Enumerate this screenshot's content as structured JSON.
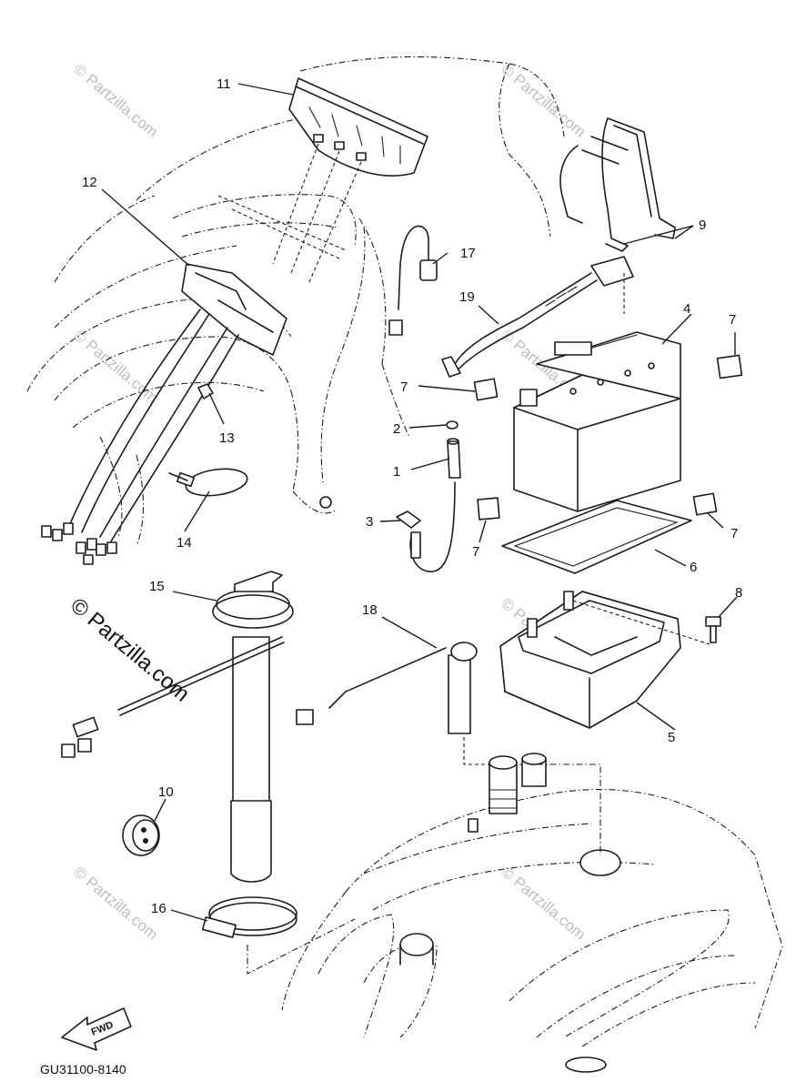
{
  "diagram_code": "GU31100-8140",
  "fwd_label": "FWD",
  "watermark_main": "© Partzilla.com",
  "watermark_faint": "© Partzilla.com",
  "callouts": {
    "c1": "1",
    "c2": "2",
    "c3": "3",
    "c4": "4",
    "c5": "5",
    "c6": "6",
    "c7a": "7",
    "c7b": "7",
    "c7c": "7",
    "c7d": "7",
    "c8": "8",
    "c9": "9",
    "c10": "10",
    "c11": "11",
    "c12": "12",
    "c13": "13",
    "c14": "14",
    "c15": "15",
    "c16": "16",
    "c17": "17",
    "c18": "18",
    "c19": "19"
  }
}
